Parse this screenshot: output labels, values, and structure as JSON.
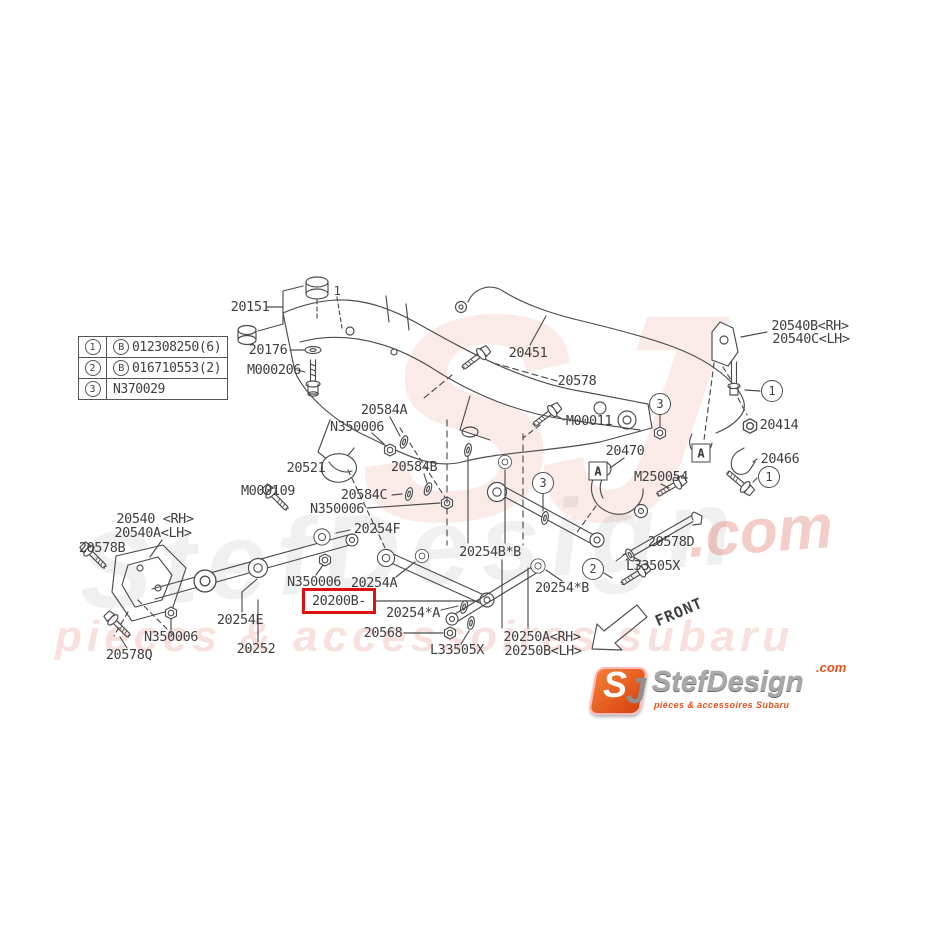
{
  "colors": {
    "highlight_red": "#e01010",
    "line": "#4c4c4c",
    "accent_orange": "#e8511d"
  },
  "legend": {
    "rows": [
      {
        "num": "1",
        "prefix": "B",
        "code": "012308250(6)"
      },
      {
        "num": "2",
        "prefix": "B",
        "code": "016710553(2)"
      },
      {
        "num": "3",
        "prefix": "",
        "code": "N370029"
      }
    ]
  },
  "labels": {
    "p20151": "20151",
    "p20176": "20176",
    "m000206": "M000206",
    "p20451": "20451",
    "p20578": "20578",
    "p20540b": "20540B<RH>",
    "p20540c": "20540C<LH>",
    "p20584a": "20584A",
    "n350006_1": "N350006",
    "m00011": "M00011",
    "p20414": "20414",
    "p20466": "20466",
    "p20470": "20470",
    "m250054": "M250054",
    "p20521": "20521",
    "p20584b": "20584B",
    "p20584c": "20584C",
    "n350006_2": "N350006",
    "m000109": "M000109",
    "p20254f": "20254F",
    "p20540rh": "20540 <RH>",
    "p20540alh": "20540A<LH>",
    "p20578b": "20578B",
    "n350006_3": "N350006",
    "p20254a": "20254A",
    "p20254xa": "20254*A",
    "p20568": "20568",
    "l33505x_1": "L33505X",
    "p20254e": "20254E",
    "p20252": "20252",
    "n350006_4": "N350006",
    "p20578q": "20578Q",
    "p20254bxb": "20254B*B",
    "p20254xb": "20254*B",
    "p20250arh": "20250A<RH>",
    "p20250blh": "20250B<LH>",
    "l33505x_2": "L33505X",
    "p20578d": "20578D",
    "front": "FRONT",
    "marker_1": "1"
  },
  "callouts": {
    "one": "1",
    "two": "2",
    "three": "3",
    "box_a": "A"
  },
  "highlight": {
    "part": "20200B-"
  },
  "watermark": {
    "monogram": "SJ",
    "brand": "StefDesign",
    "domain": ".com",
    "tagline": "pièces & accessoires subaru"
  },
  "logo": {
    "monogram_s": "S",
    "monogram_j": "J",
    "brand": "StefDesign",
    "domain": ".com",
    "tagline": "pièces & accessoires Subaru"
  }
}
